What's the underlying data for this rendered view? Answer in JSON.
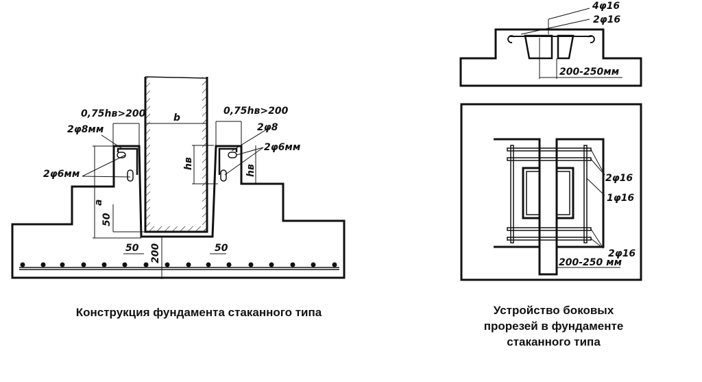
{
  "left_figure": {
    "caption": "Конструкция фундамента стаканного типа",
    "labels": {
      "gap_left": "0,75hв>200",
      "gap_right": "0,75hв>200",
      "column_width": "b",
      "bar_left_top": "2φ8мм",
      "bar_left_bottom": "2φ6мм",
      "bar_right_top": "2φ8",
      "bar_right_bottom": "2φ6мм",
      "height_hb_inner": "hв",
      "height_hb_outer": "hв",
      "depth_a": "a",
      "dim_50_vertical": "50",
      "dim_50_left": "50",
      "dim_50_right": "50",
      "dim_200": "200"
    }
  },
  "right_figure": {
    "caption_lines": [
      "Устройство боковых",
      "прорезей в фундаменте",
      "стаканного типа"
    ],
    "labels": {
      "top_4phi16": "4φ16",
      "top_2phi16": "2φ16",
      "top_dim": "200-250мм",
      "plan_2phi16_top": "2φ16",
      "plan_1phi16": "1φ16",
      "plan_2phi16_bottom": "2φ16",
      "plan_dim": "200-250 мм"
    }
  }
}
